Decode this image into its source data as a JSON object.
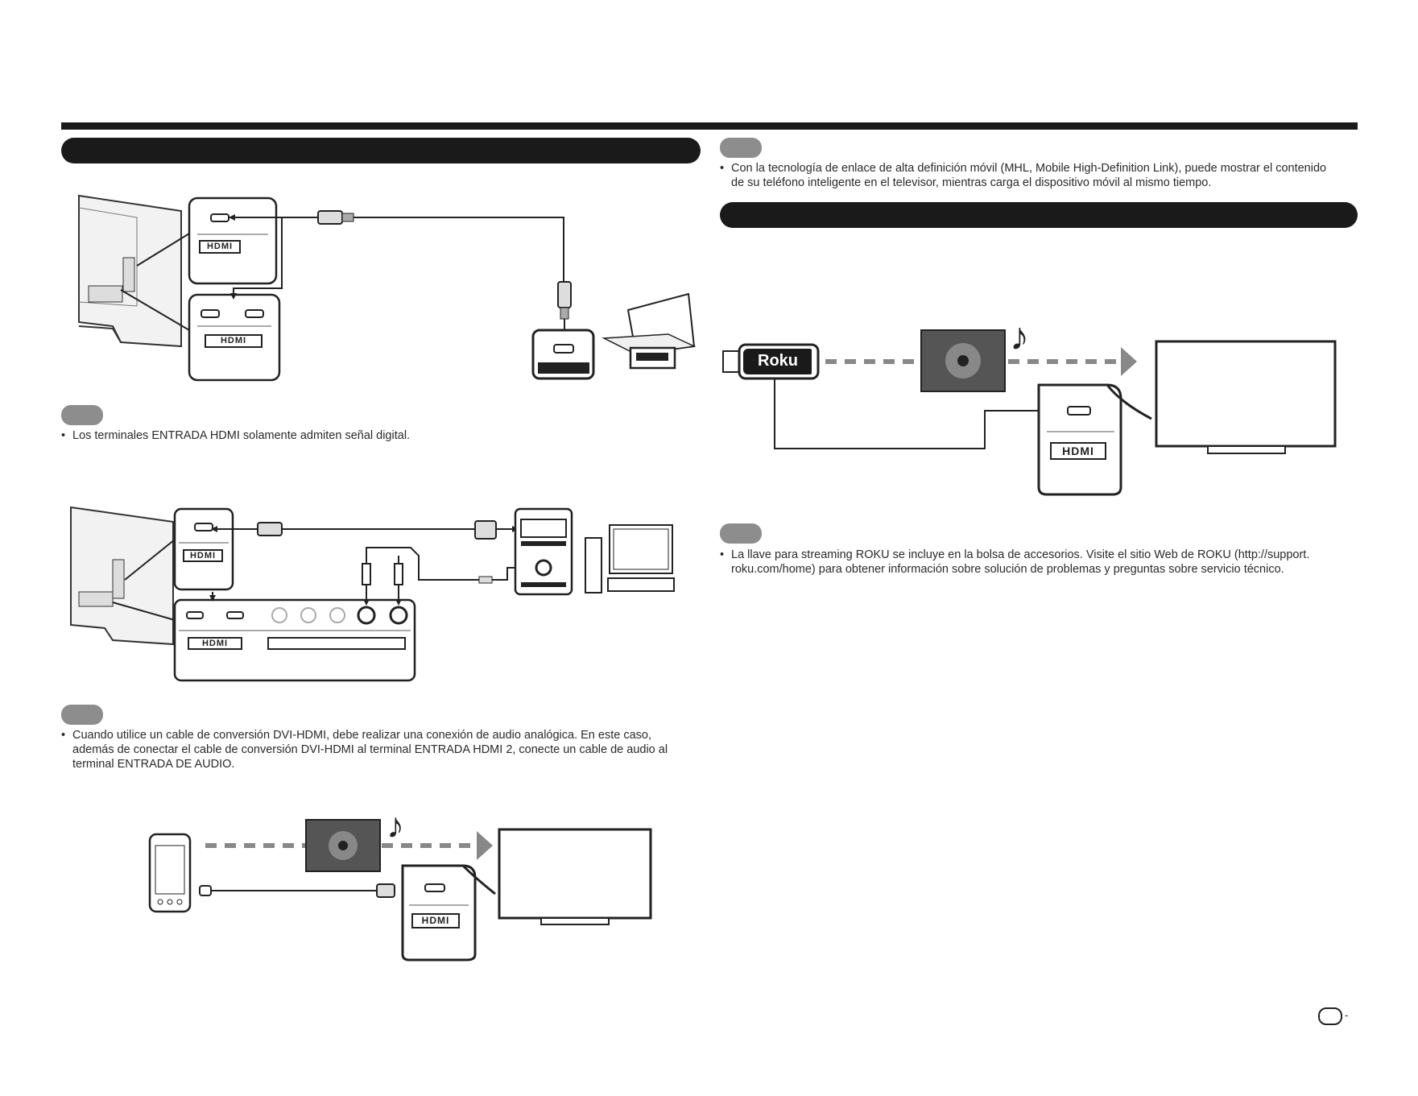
{
  "notes": {
    "mhl": "Con la tecnología de enlace de alta definición móvil (MHL, Mobile High-Definition Link), puede mostrar el contenido",
    "mhl_2": "de su teléfono inteligente en el televisor, mientras carga el dispositivo móvil al mismo tiempo.",
    "hdmi_digital": "Los terminales ENTRADA HDMI solamente admiten señal digital.",
    "dvi_1": "Cuando utilice un cable de conversión DVI-HDMI, debe realizar una conexión de audio analógica. En este caso,",
    "dvi_2": "además de conectar el cable de conversión DVI-HDMI al terminal ENTRADA HDMI 2, conecte un cable de audio al",
    "dvi_3": "terminal ENTRADA DE AUDIO.",
    "roku_1": "La llave para streaming ROKU se incluye en la bolsa de accesorios. Visite el sitio Web de ROKU (http://support.",
    "roku_2": "roku.com/home) para obtener información sobre solución de problemas y preguntas sobre servicio técnico."
  },
  "labels": {
    "hdmi": "HDMI",
    "roku": "Roku",
    "bullet": "•",
    "page_dash": "-"
  }
}
